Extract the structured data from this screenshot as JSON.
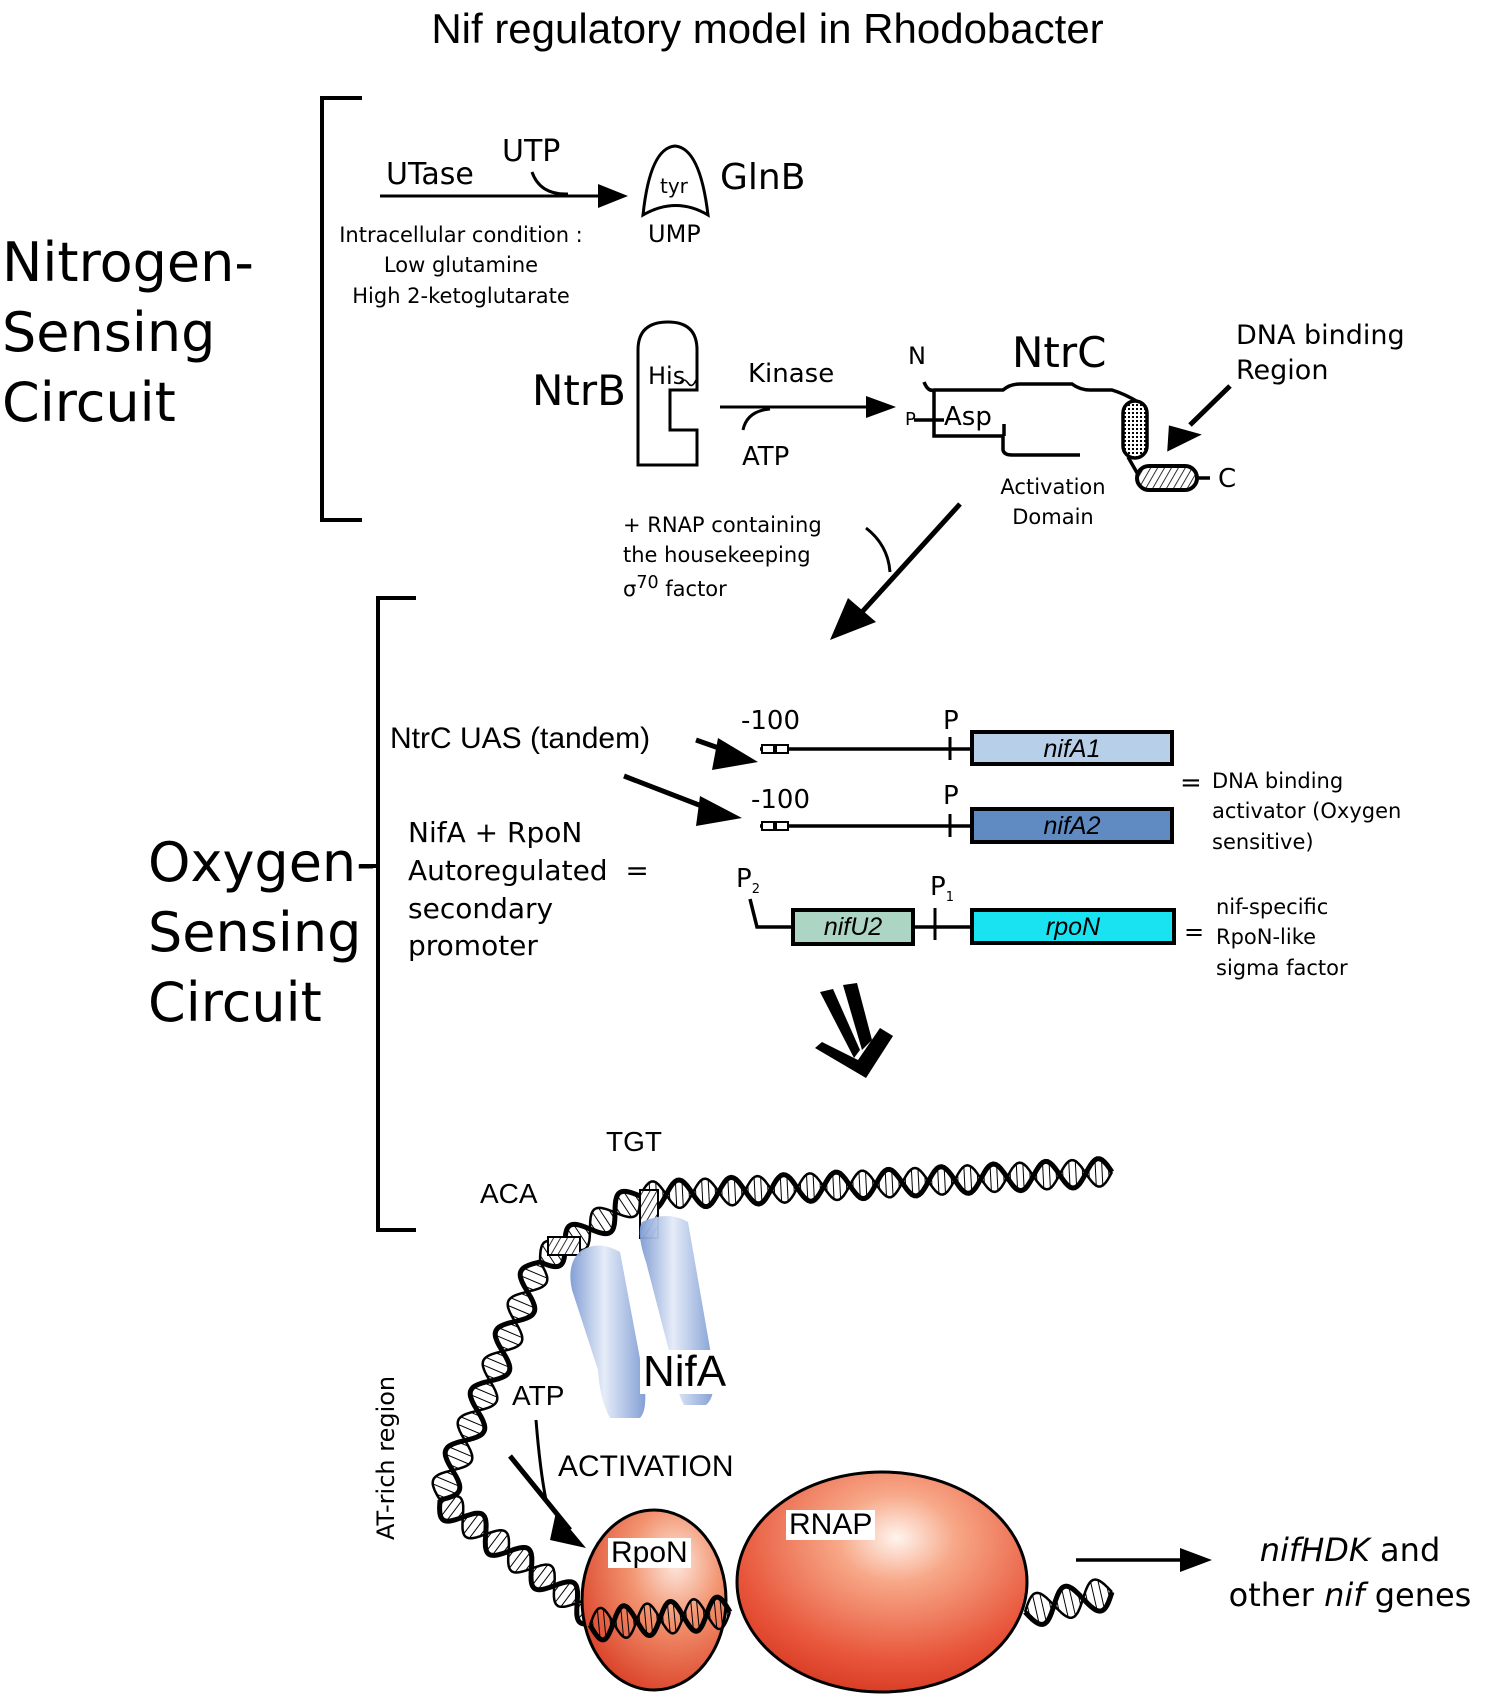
{
  "title": "Nif regulatory model in Rhodobacter",
  "sections": {
    "nitrogen": {
      "label_lines": [
        "Nitrogen-",
        "Sensing",
        "Circuit"
      ]
    },
    "oxygen": {
      "label_lines": [
        "Oxygen-",
        "Sensing",
        "Circuit"
      ]
    }
  },
  "glnb_step": {
    "enzyme": "UTase",
    "substrate": "UTP",
    "protein": "GlnB",
    "residue": "tyr",
    "modification": "UMP",
    "condition_lines": [
      "Intracellular condition :",
      "Low glutamine",
      "High 2-ketoglutarate"
    ]
  },
  "ntrb_step": {
    "protein": "NtrB",
    "residue": "His",
    "reaction": "Kinase",
    "cofactor": "ATP"
  },
  "ntrc": {
    "protein": "NtrC",
    "n_terminus": "N",
    "c_terminus": "C",
    "phosphate": "P",
    "residue": "Asp",
    "activation_domain_lines": [
      "Activation",
      "Domain"
    ],
    "dna_binding_lines": [
      "DNA binding",
      "Region"
    ]
  },
  "rnap_note": {
    "lines": [
      "+ RNAP containing",
      "the housekeeping"
    ],
    "sigma_symbol": "σ",
    "sigma_superscript": "70",
    "sigma_suffix": " factor"
  },
  "promoters": {
    "uas_label": "NtrC UAS (tandem)",
    "genes": [
      {
        "position_label": "-100",
        "promoter": "P",
        "name": "nifA1",
        "color": "#b7cfe8"
      },
      {
        "position_label": "-100",
        "promoter": "P",
        "name": "nifA2",
        "color": "#5f8bc2"
      }
    ],
    "nifa_equals": "=",
    "nifa_desc_lines": [
      "DNA binding",
      "activator (Oxygen",
      "sensitive)"
    ],
    "secondary_lines": [
      "NifA + RpoN",
      "Autoregulated  =",
      "secondary",
      "promoter"
    ],
    "operon": {
      "p2": "P",
      "p2_sub": "2",
      "p1": "P",
      "p1_sub": "1",
      "gene1": {
        "name": "nifU2",
        "color": "#acd5c4"
      },
      "gene2": {
        "name": "rpoN",
        "color": "#19e3f0"
      }
    },
    "rpon_equals": "=",
    "rpon_desc_lines": [
      "nif-specific",
      "RpoN-like",
      "sigma factor"
    ]
  },
  "activation": {
    "motif1": "ACA",
    "motif2": "TGT",
    "activator": "NifA",
    "at_region": "AT-rich region",
    "atp": "ATP",
    "activation": "ACTIVATION",
    "sigma": "RpoN",
    "polymerase": "RNAP",
    "nifa_color": "#8fa9d8",
    "rnap_color": "#e8553a",
    "output_lines": [
      {
        "italic": "nifHDK",
        "normal": " and"
      },
      {
        "normal_before": "other ",
        "italic": "nif",
        "normal_after": " genes"
      }
    ]
  }
}
